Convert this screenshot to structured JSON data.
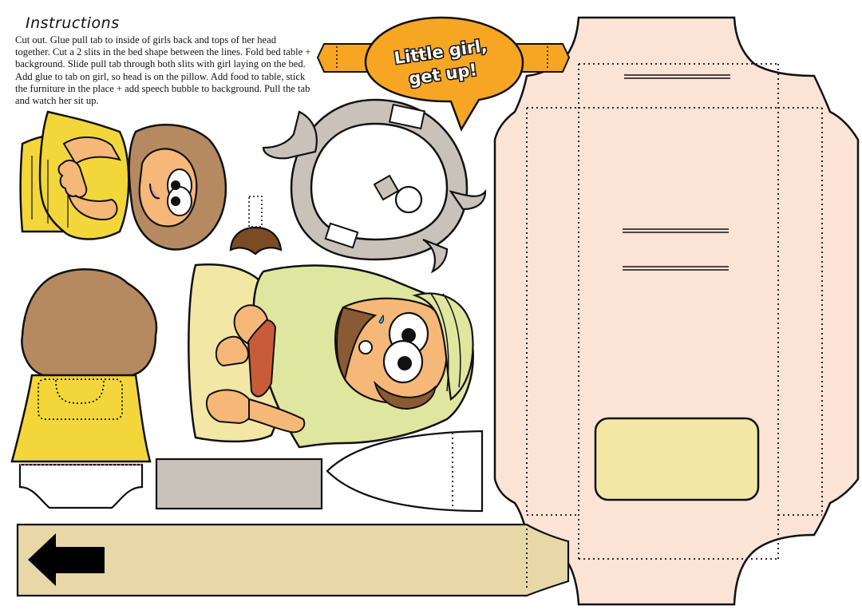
{
  "instructions": {
    "heading": "Instructions",
    "body": "Cut out. Glue pull tab to inside of girls back and tops of her head together. Cut a 2 slits in the bed shape between the lines. Fold bed table + background. Slide pull tab through both slits with girl laying on the bed. Add glue to tab on girl, so head is on the pillow. Add food to table, stick the furniture in the place + add speech bubble to background. Pull the tab and watch her sit up."
  },
  "speech_bubble": {
    "line1": "Little girl,",
    "line2": "get up!"
  },
  "colors": {
    "bed_panel": "#fbe3d6",
    "pull_tab": "#e8d8a8",
    "pillow": "#f3e7a6",
    "bubble": "#f7a623",
    "girl_dress": "#f3d63a",
    "girl_hair": "#b58a61",
    "skin": "#f6b878",
    "robe": "#dfe6a0",
    "robe_inner": "#c85c3a",
    "furniture": "#c9c2bb",
    "bread": "#7a4b25",
    "arrow": "#000000",
    "outline": "#111111"
  }
}
